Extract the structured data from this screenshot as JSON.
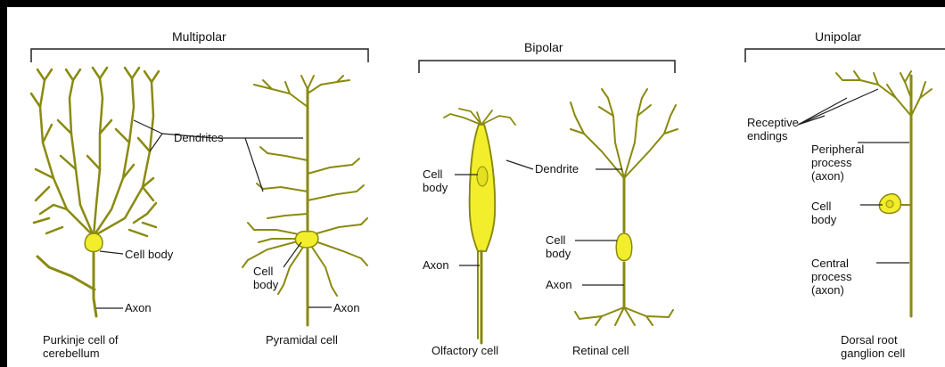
{
  "groups": {
    "multipolar": "Multipolar",
    "bipolar": "Bipolar",
    "unipolar": "Unipolar"
  },
  "labels": {
    "dendrites": "Dendrites",
    "cell_body_purkinje": "Cell body",
    "axon_purkinje": "Axon",
    "cell_body_pyramidal": "Cell\nbody",
    "axon_pyramidal": "Axon",
    "cell_body_olfactory": "Cell\nbody",
    "axon_olfactory": "Axon",
    "dendrite": "Dendrite",
    "cell_body_retinal": "Cell\nbody",
    "axon_retinal": "Axon",
    "receptive_endings": "Receptive\nendings",
    "peripheral_process": "Peripheral\nprocess\n(axon)",
    "cell_body_drg": "Cell\nbody",
    "central_process": "Central\nprocess\n(axon)"
  },
  "captions": {
    "purkinje": "Purkinje cell of\ncerebellum",
    "pyramidal": "Pyramidal cell",
    "olfactory": "Olfactory cell",
    "retinal": "Retinal cell",
    "drg": "Dorsal root\nganglion cell"
  },
  "colors": {
    "cell_fill": "#f2ee2c",
    "cell_stroke": "#8a8a10",
    "line": "#222222",
    "border": "#000000"
  }
}
